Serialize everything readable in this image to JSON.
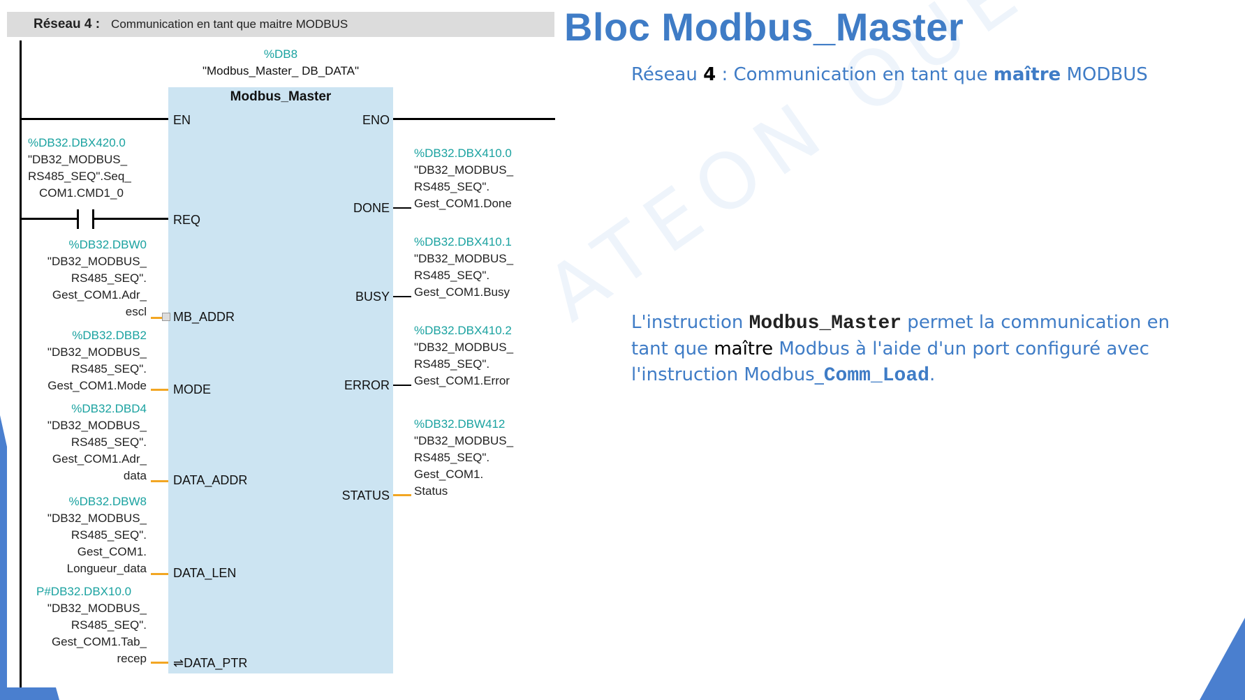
{
  "header": {
    "network": "Réseau 4 :",
    "comment": "Communication en tant que maitre MODBUS"
  },
  "block": {
    "db_address": "%DB8",
    "db_name": "\"Modbus_Master_ DB_DATA\"",
    "name": "Modbus_Master",
    "inputs": [
      "EN",
      "REQ",
      "MB_ADDR",
      "MODE",
      "DATA_ADDR",
      "DATA_LEN",
      "⇌DATA_PTR"
    ],
    "outputs": [
      "ENO",
      "DONE",
      "BUSY",
      "ERROR",
      "STATUS"
    ]
  },
  "operands_in": [
    {
      "addr": "%DB32.DBX420.0",
      "lines": [
        "\"DB32_MODBUS_",
        "RS485_SEQ\".Seq_",
        "COM1.CMD1_0"
      ]
    },
    {
      "addr": "%DB32.DBW0",
      "lines": [
        "\"DB32_MODBUS_",
        "RS485_SEQ\".",
        "Gest_COM1.Adr_",
        "escl"
      ]
    },
    {
      "addr": "%DB32.DBB2",
      "lines": [
        "\"DB32_MODBUS_",
        "RS485_SEQ\".",
        "Gest_COM1.Mode"
      ]
    },
    {
      "addr": "%DB32.DBD4",
      "lines": [
        "\"DB32_MODBUS_",
        "RS485_SEQ\".",
        "Gest_COM1.Adr_",
        "data"
      ]
    },
    {
      "addr": "%DB32.DBW8",
      "lines": [
        "\"DB32_MODBUS_",
        "RS485_SEQ\".",
        "Gest_COM1.",
        "Longueur_data"
      ]
    },
    {
      "addr": "P#DB32.DBX10.0",
      "lines": [
        "\"DB32_MODBUS_",
        "RS485_SEQ\".",
        "Gest_COM1.Tab_",
        "recep"
      ]
    }
  ],
  "operands_out": [
    {
      "addr": "%DB32.DBX410.0",
      "lines": [
        "\"DB32_MODBUS_",
        "RS485_SEQ\".",
        "Gest_COM1.Done"
      ]
    },
    {
      "addr": "%DB32.DBX410.1",
      "lines": [
        "\"DB32_MODBUS_",
        "RS485_SEQ\".",
        "Gest_COM1.Busy"
      ]
    },
    {
      "addr": "%DB32.DBX410.2",
      "lines": [
        "\"DB32_MODBUS_",
        "RS485_SEQ\".",
        "Gest_COM1.Error"
      ]
    },
    {
      "addr": "%DB32.DBW412",
      "lines": [
        "\"DB32_MODBUS_",
        "RS485_SEQ\".",
        "Gest_COM1.",
        "Status"
      ]
    }
  ],
  "title": {
    "part1": "Bloc ",
    "part2": "Modbus_Master"
  },
  "subtitle": {
    "a": "Réseau ",
    "num": "4",
    "b": " : Communication en tant que ",
    "bold": "maître",
    "c": " MODBUS"
  },
  "description": {
    "t1": "L'instruction ",
    "code1": "Modbus_Master",
    "t2": " permet la communication en tant que ",
    "maitre": "maître",
    "t3": " Modbus à l'aide d'un port configuré avec l'instruction ",
    "code2a": "Modbus_",
    "code2b": "Comm_Load",
    "t4": "."
  },
  "watermark": "ATEON OUEST",
  "colors": {
    "accent": "#3f7cc6",
    "operand": "#1aa2a0",
    "wire": "#f2a623",
    "block": "#cce4f2"
  }
}
